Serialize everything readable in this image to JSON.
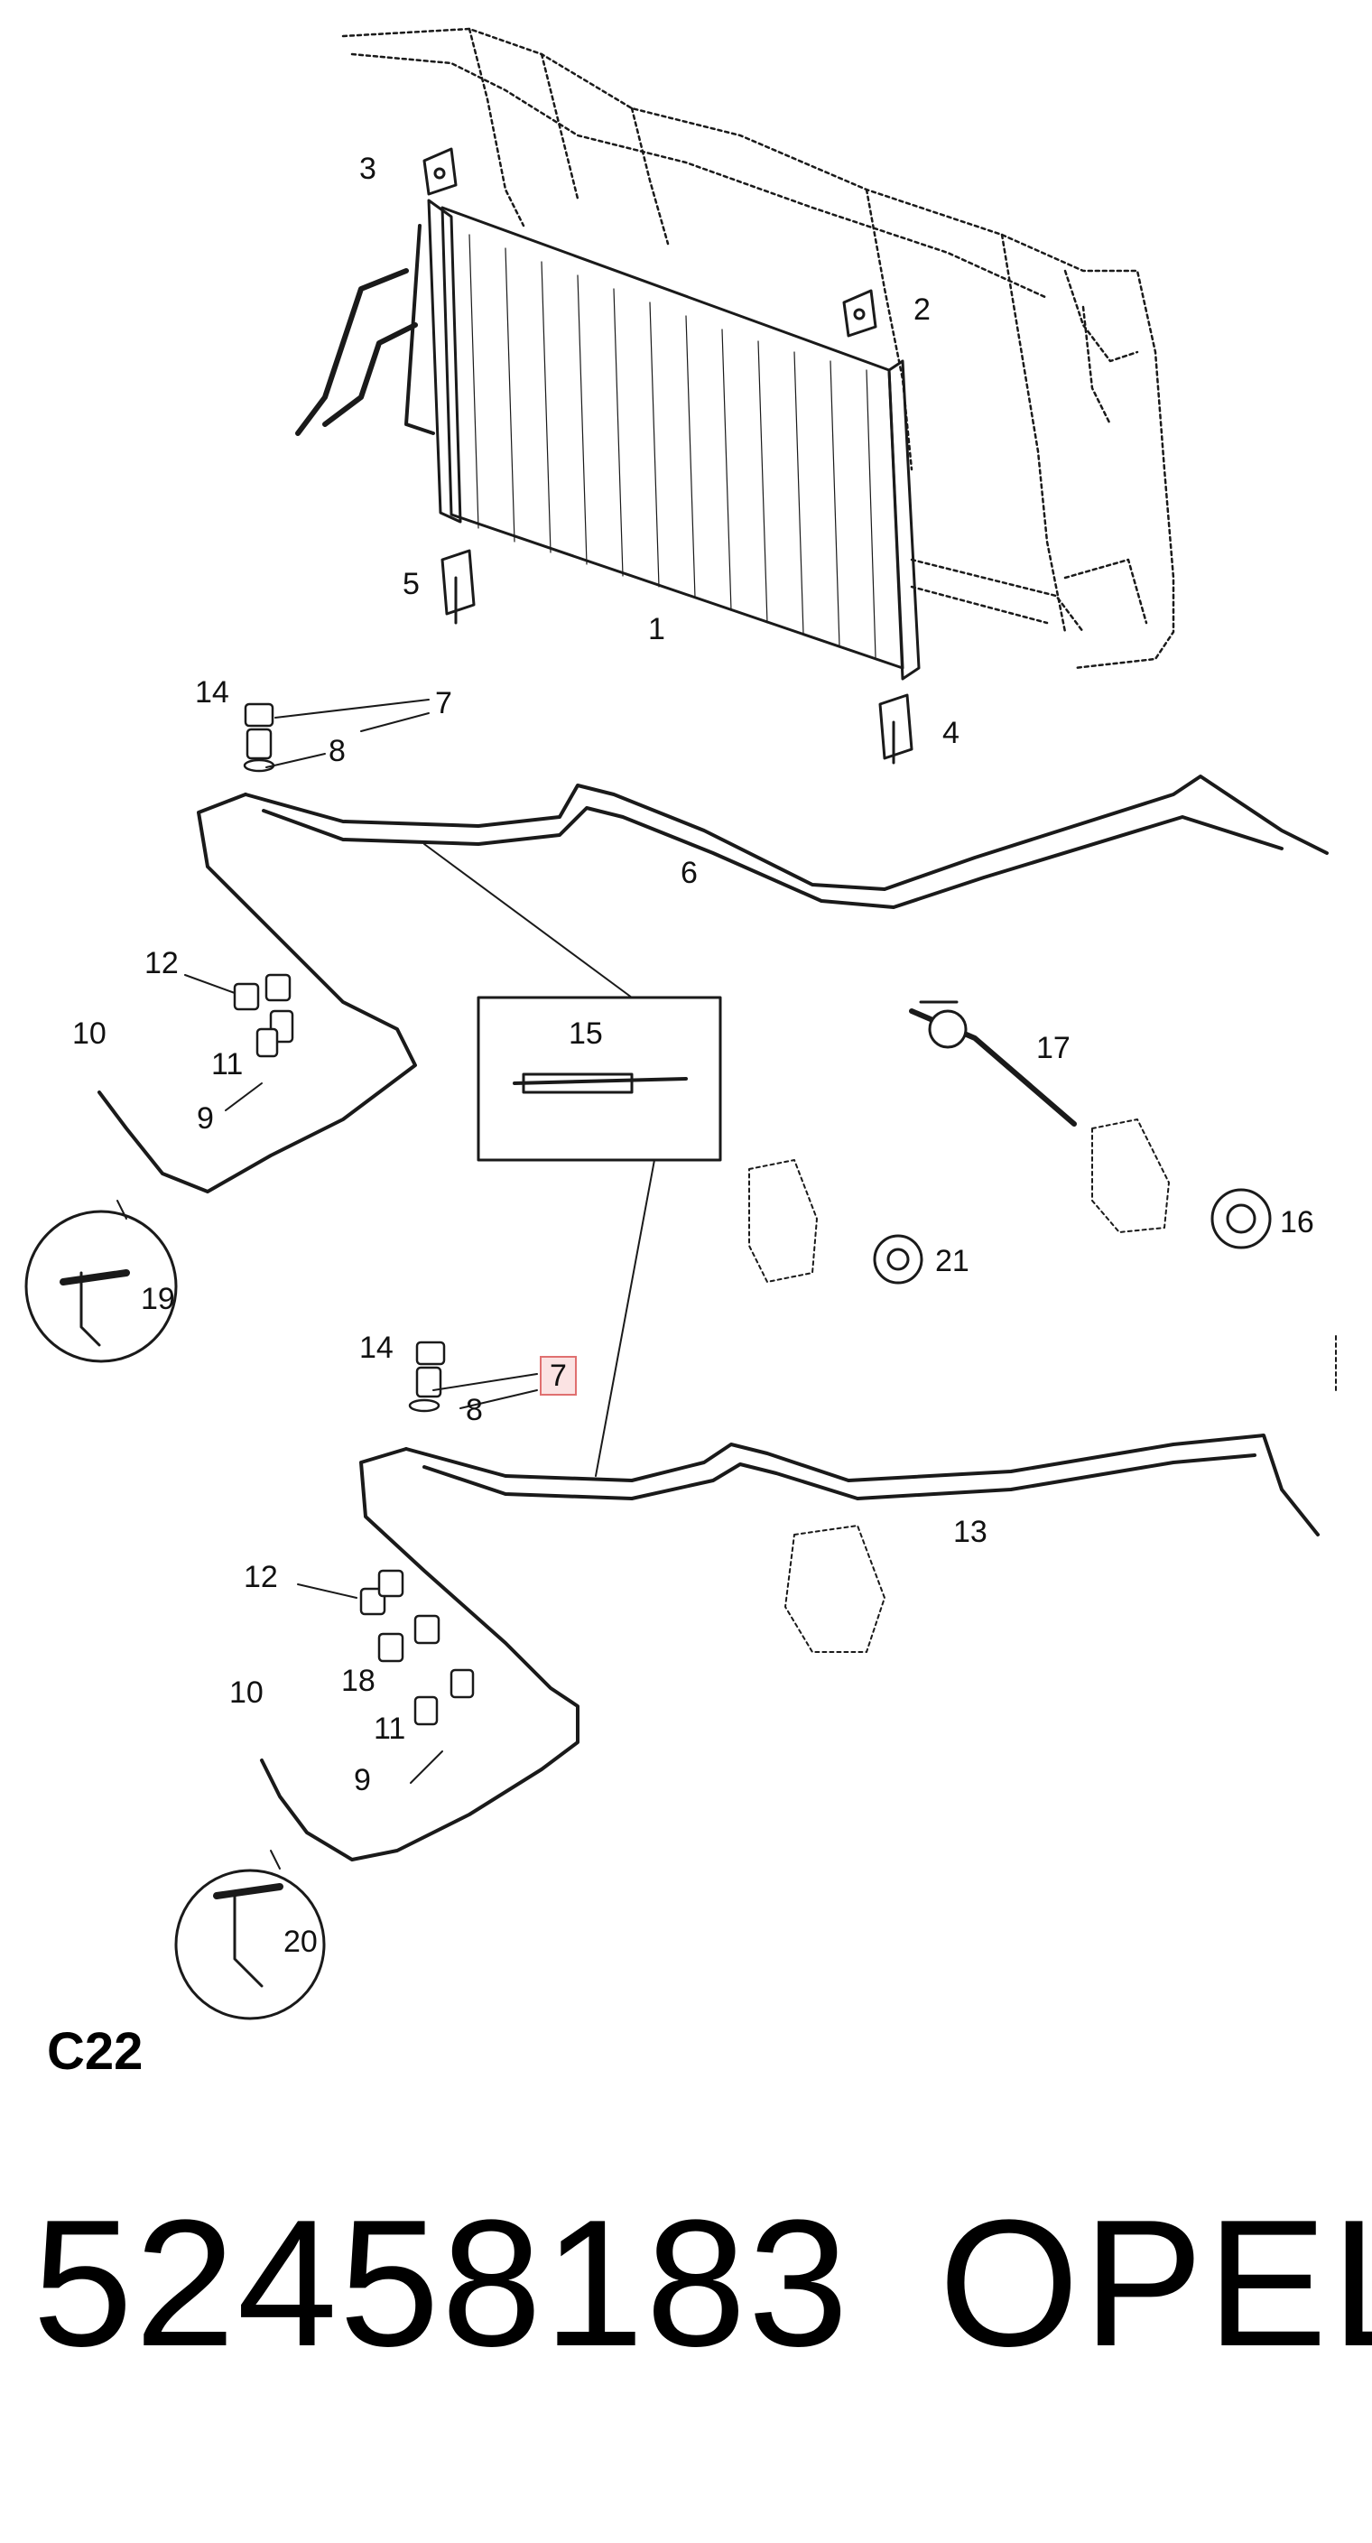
{
  "diagram": {
    "callouts": [
      {
        "id": "c3a",
        "text": "3"
      },
      {
        "id": "c2",
        "text": "2"
      },
      {
        "id": "c5",
        "text": "5"
      },
      {
        "id": "c1",
        "text": "1"
      },
      {
        "id": "c4",
        "text": "4"
      },
      {
        "id": "c14a",
        "text": "14"
      },
      {
        "id": "c7a",
        "text": "7"
      },
      {
        "id": "c8a",
        "text": "8"
      },
      {
        "id": "c6",
        "text": "6"
      },
      {
        "id": "c12a",
        "text": "12"
      },
      {
        "id": "c10a",
        "text": "10"
      },
      {
        "id": "c11a",
        "text": "11"
      },
      {
        "id": "c9a",
        "text": "9"
      },
      {
        "id": "c19",
        "text": "19"
      },
      {
        "id": "c15",
        "text": "15"
      },
      {
        "id": "c17",
        "text": "17"
      },
      {
        "id": "c16",
        "text": "16"
      },
      {
        "id": "c21",
        "text": "21"
      },
      {
        "id": "c14b",
        "text": "14"
      },
      {
        "id": "c7b",
        "text": "7",
        "highlighted": true
      },
      {
        "id": "c8b",
        "text": "8"
      },
      {
        "id": "c13",
        "text": "13"
      },
      {
        "id": "c12b",
        "text": "12"
      },
      {
        "id": "c18",
        "text": "18"
      },
      {
        "id": "c10b",
        "text": "10"
      },
      {
        "id": "c11b",
        "text": "11"
      },
      {
        "id": "c9b",
        "text": "9"
      },
      {
        "id": "c20",
        "text": "20"
      }
    ],
    "section_code": "C22"
  },
  "footer": {
    "part_number": "52458183",
    "brand": "OPEL"
  },
  "colors": {
    "line": "#1a1a1a",
    "highlight_border": "#e07070",
    "highlight_fill": "#fbe3e3"
  }
}
